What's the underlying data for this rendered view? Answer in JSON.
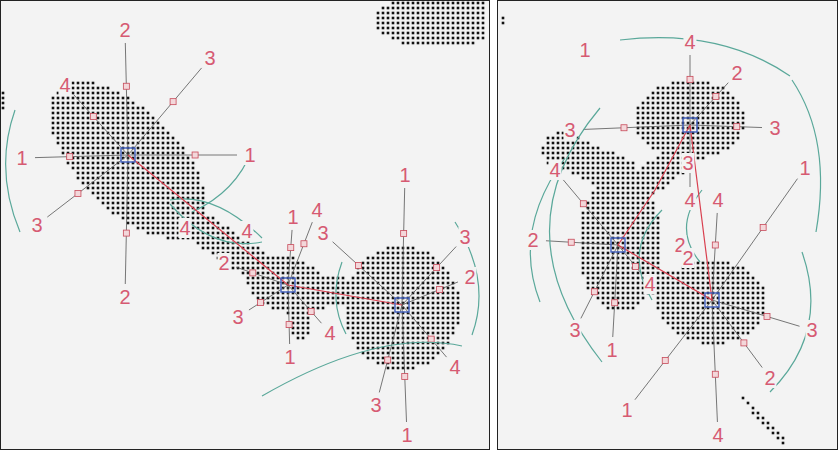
{
  "diagram": {
    "labels": [
      "2",
      "3",
      "4",
      "1",
      "1",
      "3",
      "2",
      "4",
      "4",
      "2",
      "1",
      "4",
      "3",
      "3",
      "1",
      "4",
      "1",
      "3",
      "2",
      "4",
      "3",
      "1",
      "1",
      "4",
      "2",
      "3",
      "3",
      "3",
      "4",
      "4",
      "4",
      "1",
      "2",
      "2",
      "2",
      "4",
      "3",
      "1",
      "3",
      "2",
      "1",
      "4"
    ]
  }
}
